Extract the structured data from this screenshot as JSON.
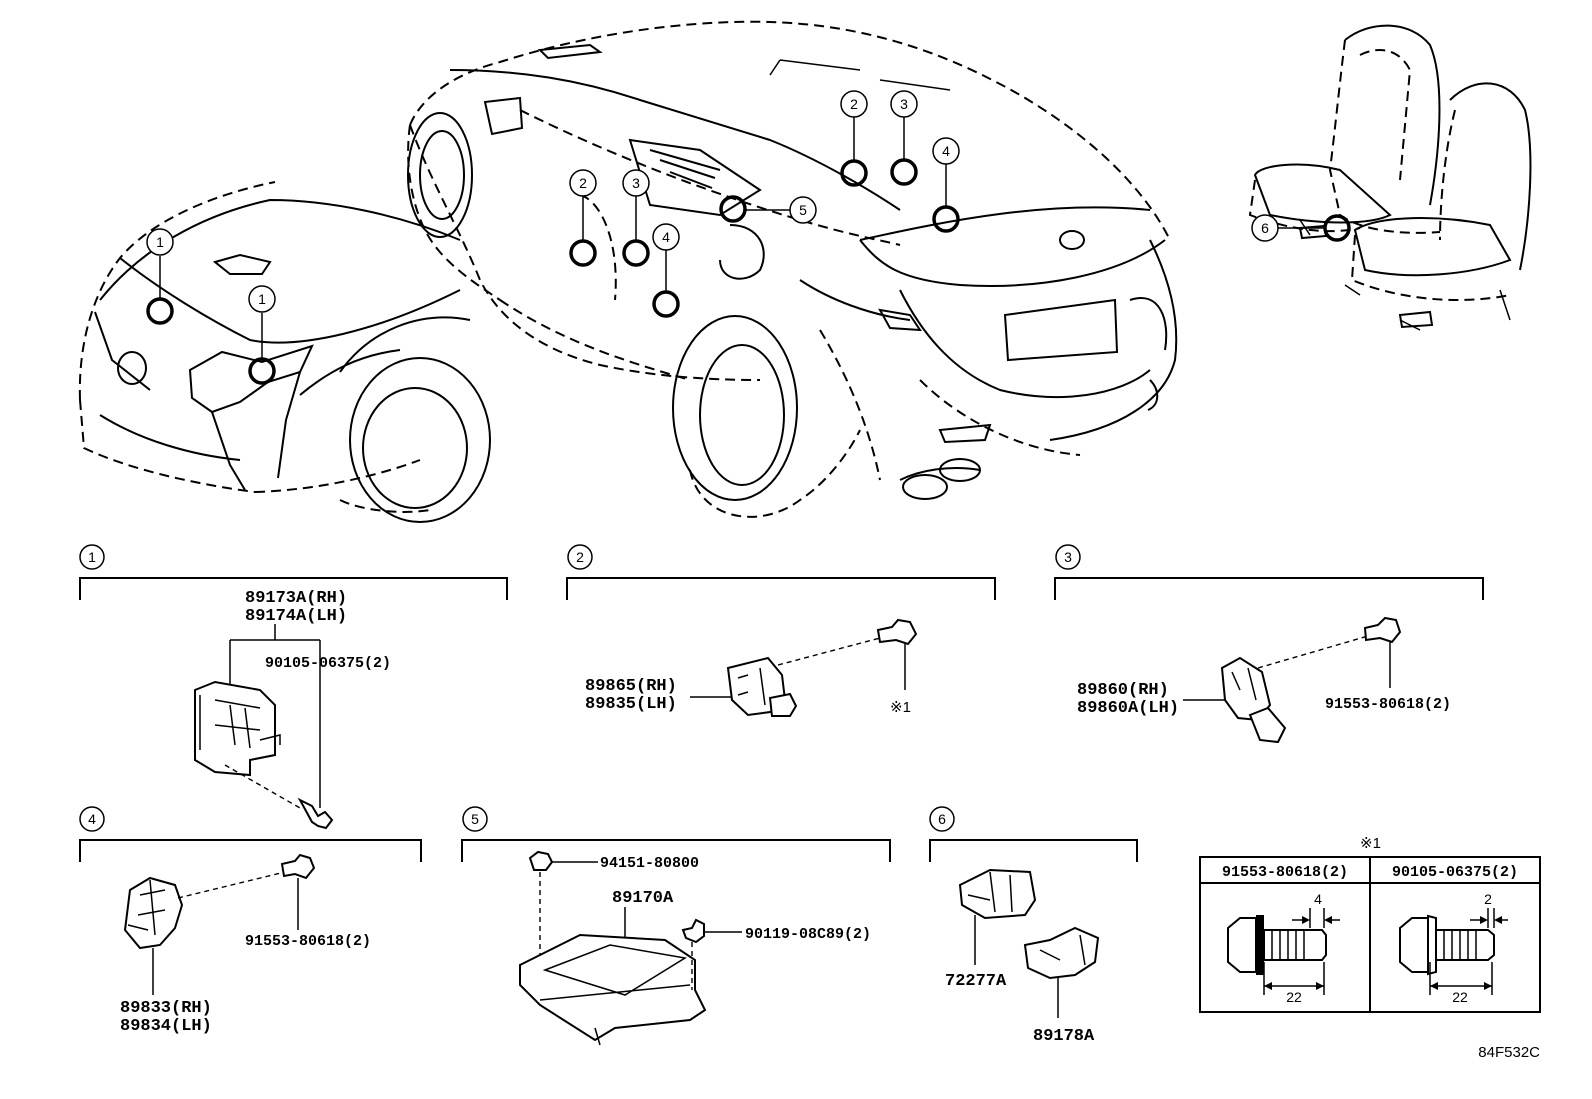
{
  "sections": [
    {
      "num": "1",
      "parts": [
        "89173A(RH)",
        "89174A(LH)"
      ],
      "fastener": "90105-06375(2)"
    },
    {
      "num": "2",
      "parts": [
        "89865(RH)",
        "89835(LH)"
      ],
      "fastener": "※1"
    },
    {
      "num": "3",
      "parts": [
        "89860(RH)",
        "89860A(LH)"
      ],
      "fastener": "91553-80618(2)"
    },
    {
      "num": "4",
      "parts": [
        "89833(RH)",
        "89834(LH)"
      ],
      "fastener": "91553-80618(2)"
    },
    {
      "num": "5",
      "parts": [
        "89170A"
      ],
      "nut": "94151-80800",
      "bolt": "90119-08C89(2)"
    },
    {
      "num": "6",
      "parts": [
        "72277A",
        "89178A"
      ]
    }
  ],
  "callouts": [
    "1",
    "1",
    "2",
    "3",
    "4",
    "5",
    "2",
    "3",
    "4",
    "6"
  ],
  "table": {
    "note": "※1",
    "columns": [
      {
        "header": "91553-80618(2)",
        "dim_small": "4",
        "dim_length": "22"
      },
      {
        "header": "90105-06375(2)",
        "dim_small": "2",
        "dim_length": "22"
      }
    ]
  },
  "drawing_code": "84F532C"
}
